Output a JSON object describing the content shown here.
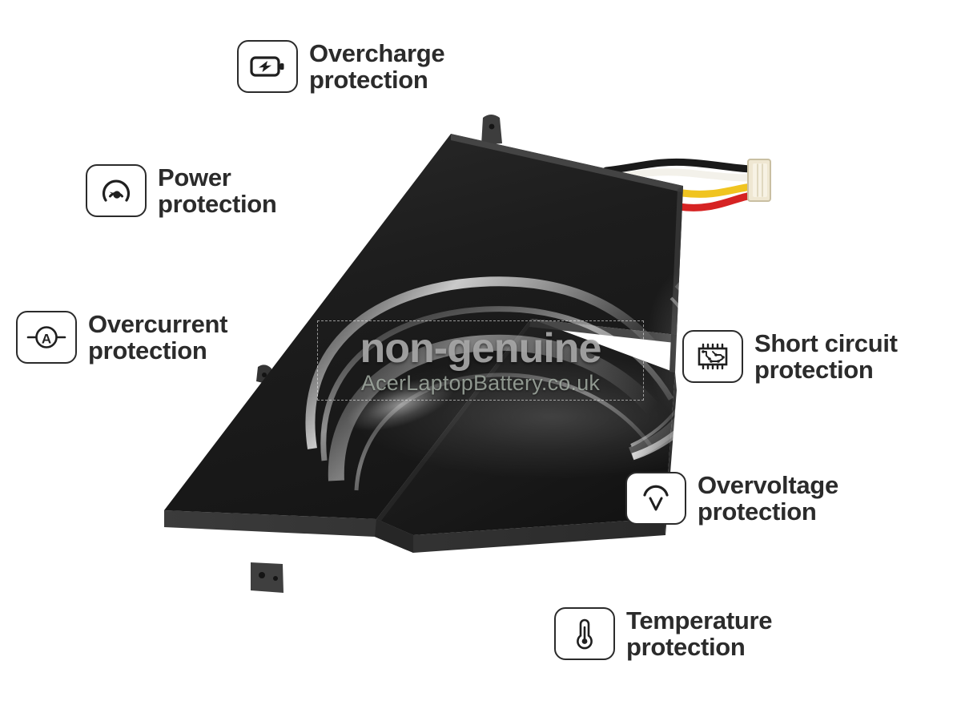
{
  "page": {
    "background_color": "#ffffff",
    "product": "laptop battery product photo with protection feature callouts"
  },
  "watermark": {
    "main_text": "non-genuine",
    "url_text": "AcerLaptopBattery.co.uk",
    "main_color": "#a8a8a8",
    "url_color": "#b0bab0"
  },
  "callouts": [
    {
      "id": "overcharge",
      "icon": "battery-bolt-icon",
      "line1": "Overcharge",
      "line2": "protection"
    },
    {
      "id": "power",
      "icon": "gauge-icon",
      "line1": "Power",
      "line2": "protection"
    },
    {
      "id": "overcurrent",
      "icon": "ammeter-icon",
      "line1": "Overcurrent",
      "line2": "protection"
    },
    {
      "id": "short-circuit",
      "icon": "chip-circuit-icon",
      "line1": "Short circuit",
      "line2": "protection"
    },
    {
      "id": "overvoltage",
      "icon": "voltmeter-arc-icon",
      "line1": "Overvoltage",
      "line2": "protection"
    },
    {
      "id": "temperature",
      "icon": "thermometer-icon",
      "line1": "Temperature",
      "line2": "protection"
    }
  ],
  "battery": {
    "body_color": "#1c1c1c",
    "edge_color": "#3a3a3a",
    "tab_color": "#3f3f3f",
    "wires": [
      {
        "name": "black-wire",
        "color": "#1a1a1a"
      },
      {
        "name": "white-wire",
        "color": "#f2f0ea"
      },
      {
        "name": "yellow-wire",
        "color": "#f0c420"
      },
      {
        "name": "red-wire",
        "color": "#d62323"
      }
    ],
    "connector_color": "#efe7d2"
  },
  "text_color": "#2b2b2b"
}
